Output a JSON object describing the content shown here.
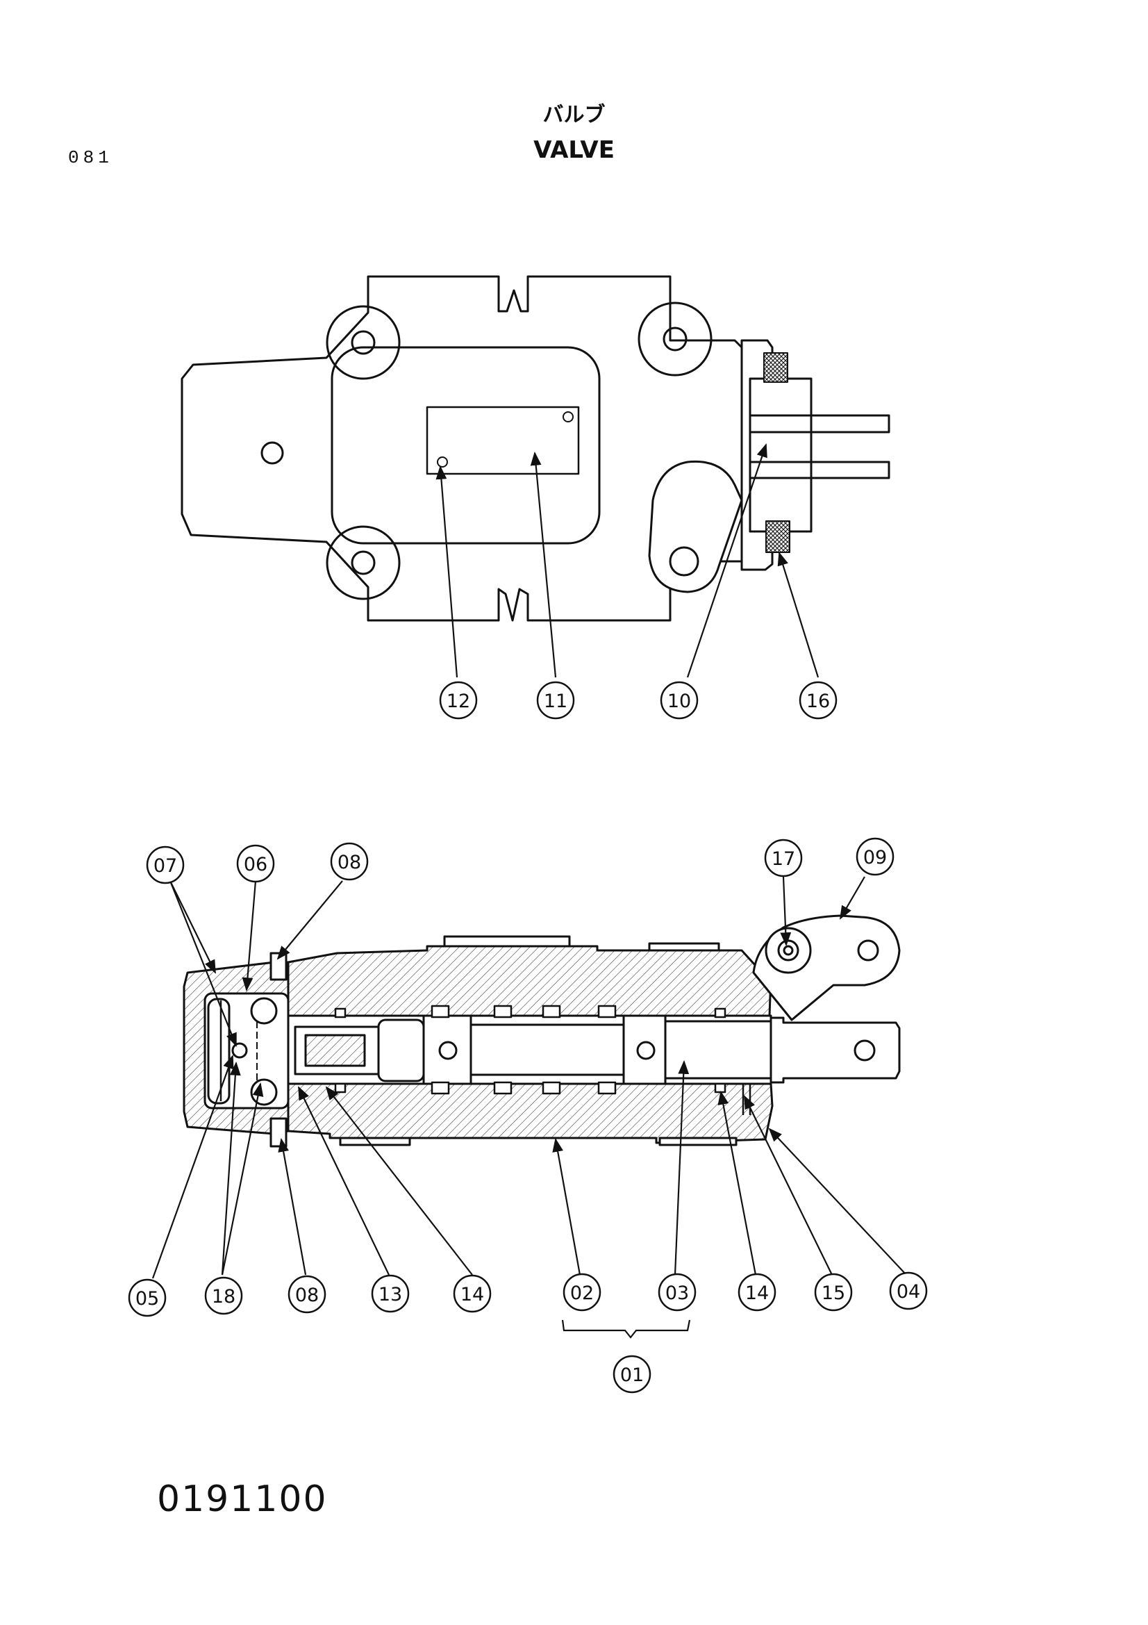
{
  "page": {
    "number": "081",
    "title_jp": "バルブ",
    "title_en": "VALVE",
    "part_code": "0191100"
  },
  "top_view_labels": [
    "12",
    "11",
    "10",
    "16"
  ],
  "section_view_top_labels": [
    "07",
    "06",
    "08",
    "17",
    "09"
  ],
  "section_view_bottom_labels": [
    "05",
    "18",
    "08",
    "13",
    "14",
    "02",
    "03",
    "14",
    "15",
    "04"
  ],
  "assembly_label": "01"
}
